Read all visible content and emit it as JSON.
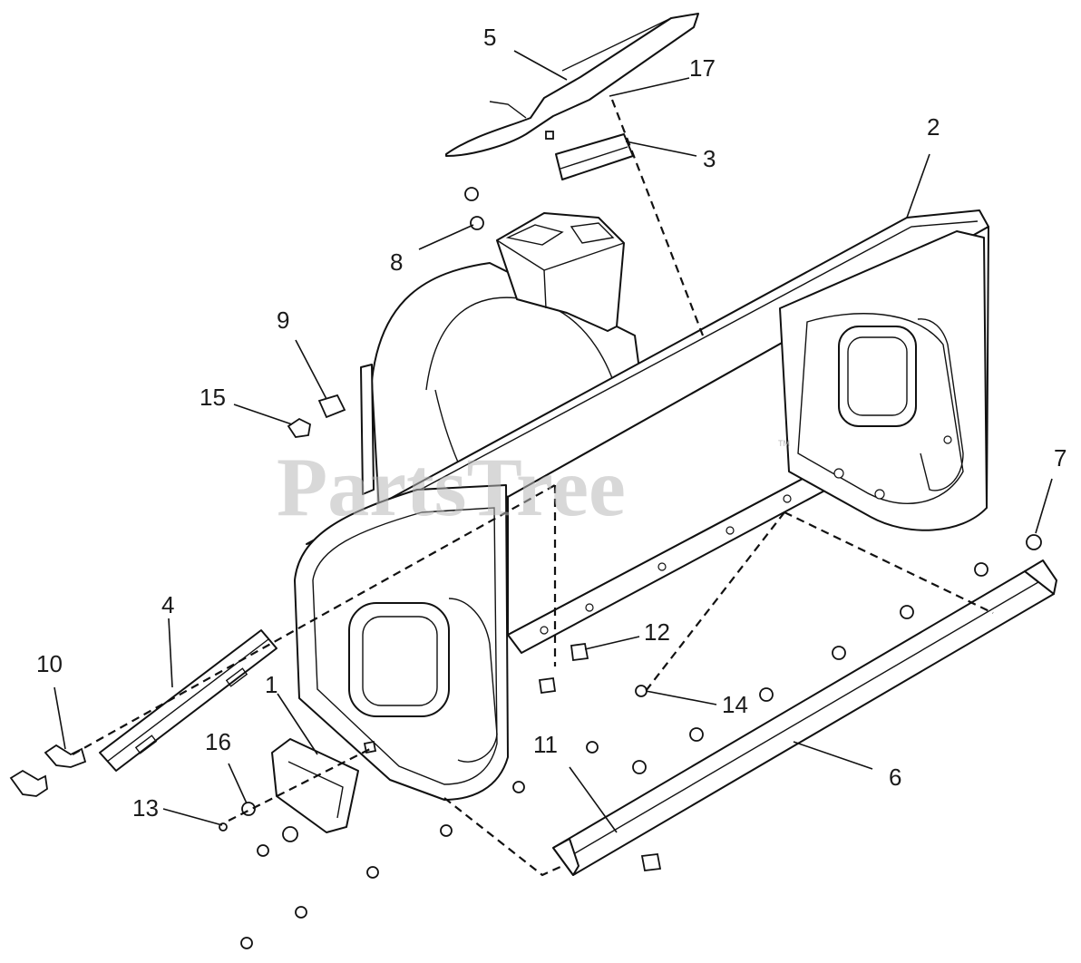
{
  "diagram": {
    "watermark": "PartsTree",
    "watermark_mark": "TM",
    "callouts": [
      {
        "id": "c1",
        "text": "1"
      },
      {
        "id": "c2",
        "text": "2"
      },
      {
        "id": "c3",
        "text": "3"
      },
      {
        "id": "c4",
        "text": "4"
      },
      {
        "id": "c5",
        "text": "5"
      },
      {
        "id": "c6",
        "text": "6"
      },
      {
        "id": "c7",
        "text": "7"
      },
      {
        "id": "c8",
        "text": "8"
      },
      {
        "id": "c9",
        "text": "9"
      },
      {
        "id": "c10",
        "text": "10"
      },
      {
        "id": "c11",
        "text": "11"
      },
      {
        "id": "c12",
        "text": "12"
      },
      {
        "id": "c13",
        "text": "13"
      },
      {
        "id": "c14",
        "text": "14"
      },
      {
        "id": "c15",
        "text": "15"
      },
      {
        "id": "c16",
        "text": "16"
      },
      {
        "id": "c17",
        "text": "17"
      }
    ]
  }
}
